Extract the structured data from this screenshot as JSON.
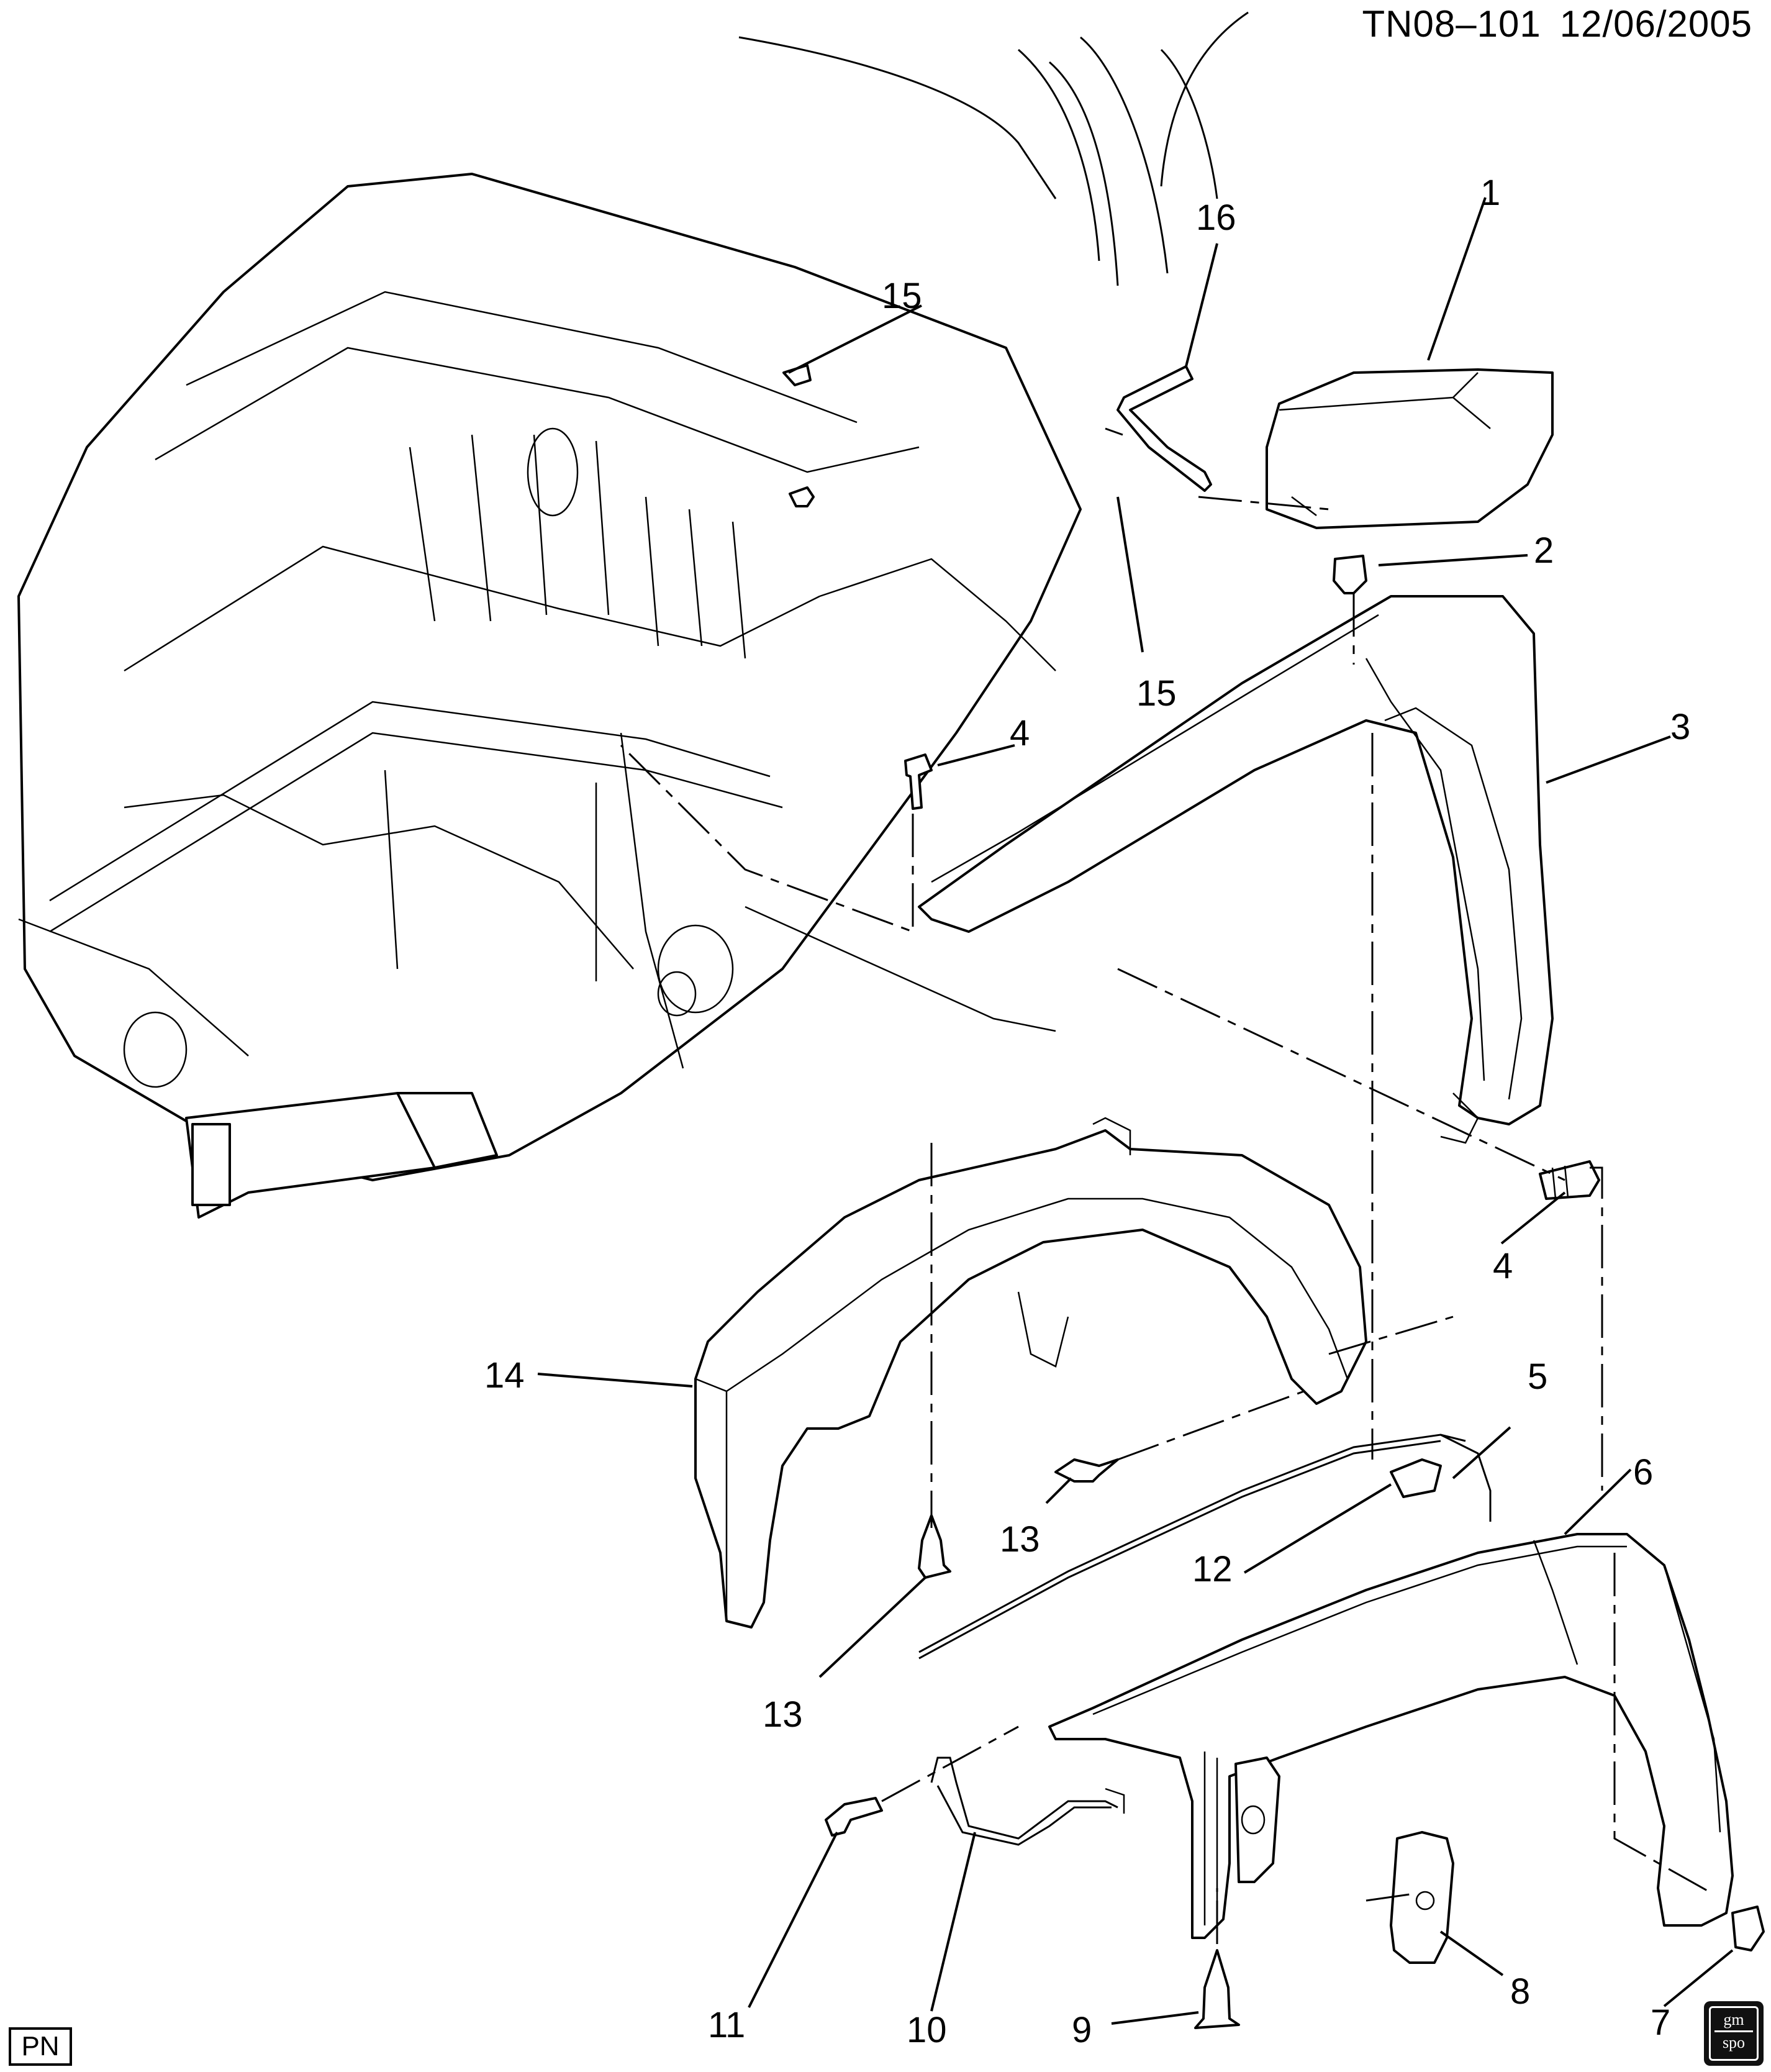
{
  "header": {
    "code": "TN08–101",
    "date": "12/06/2005"
  },
  "footer": {
    "pn": "PN",
    "logo_top": "gm",
    "logo_bottom": "spo"
  },
  "callouts": {
    "c1": "1",
    "c2": "2",
    "c3": "3",
    "c4a": "4",
    "c4b": "4",
    "c5": "5",
    "c6": "6",
    "c7": "7",
    "c8": "8",
    "c9": "9",
    "c10": "10",
    "c11": "11",
    "c12": "12",
    "c13a": "13",
    "c13b": "13",
    "c14": "14",
    "c15a": "15",
    "c15b": "15",
    "c16": "16"
  }
}
